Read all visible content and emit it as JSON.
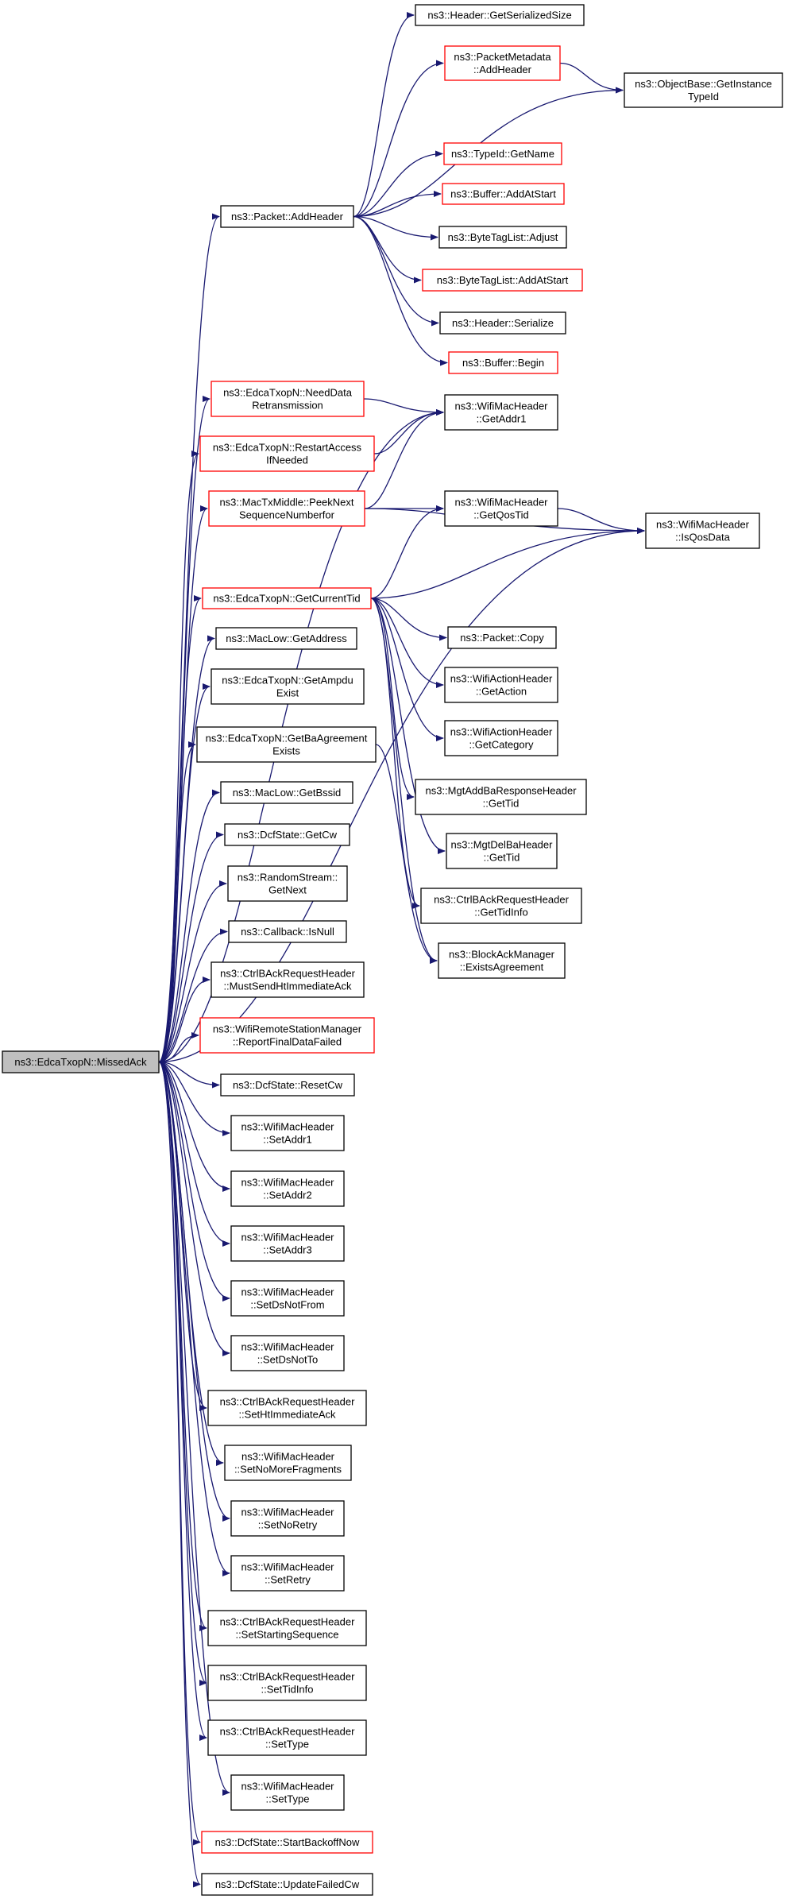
{
  "diagram": {
    "nodes": [
      {
        "id": "missedack",
        "lines": [
          "ns3::EdcaTxopN::MissedAck"
        ],
        "style": "root"
      },
      {
        "id": "getserializedsize",
        "lines": [
          "ns3::Header::GetSerializedSize"
        ],
        "style": "black"
      },
      {
        "id": "metaaddheader",
        "lines": [
          "ns3::PacketMetadata",
          "::AddHeader"
        ],
        "style": "red"
      },
      {
        "id": "getinstancetypeid",
        "lines": [
          "ns3::ObjectBase::GetInstance",
          "TypeId"
        ],
        "style": "black"
      },
      {
        "id": "typeidgetname",
        "lines": [
          "ns3::TypeId::GetName"
        ],
        "style": "red"
      },
      {
        "id": "packetaddheader",
        "lines": [
          "ns3::Packet::AddHeader"
        ],
        "style": "black"
      },
      {
        "id": "bufferaddatstart",
        "lines": [
          "ns3::Buffer::AddAtStart"
        ],
        "style": "red"
      },
      {
        "id": "bytetagadjust",
        "lines": [
          "ns3::ByteTagList::Adjust"
        ],
        "style": "black"
      },
      {
        "id": "bytetagaddatstart",
        "lines": [
          "ns3::ByteTagList::AddAtStart"
        ],
        "style": "red"
      },
      {
        "id": "headerserialize",
        "lines": [
          "ns3::Header::Serialize"
        ],
        "style": "black"
      },
      {
        "id": "bufferbegin",
        "lines": [
          "ns3::Buffer::Begin"
        ],
        "style": "red"
      },
      {
        "id": "needdataretrans",
        "lines": [
          "ns3::EdcaTxopN::NeedData",
          "Retransmission"
        ],
        "style": "red"
      },
      {
        "id": "getaddr1",
        "lines": [
          "ns3::WifiMacHeader",
          "::GetAddr1"
        ],
        "style": "black"
      },
      {
        "id": "restartaccess",
        "lines": [
          "ns3::EdcaTxopN::RestartAccess",
          "IfNeeded"
        ],
        "style": "red"
      },
      {
        "id": "peeknextseq",
        "lines": [
          "ns3::MacTxMiddle::PeekNext",
          "SequenceNumberfor"
        ],
        "style": "red"
      },
      {
        "id": "getqostid",
        "lines": [
          "ns3::WifiMacHeader",
          "::GetQosTid"
        ],
        "style": "black"
      },
      {
        "id": "isqosdata",
        "lines": [
          "ns3::WifiMacHeader",
          "::IsQosData"
        ],
        "style": "black"
      },
      {
        "id": "getcurrenttid",
        "lines": [
          "ns3::EdcaTxopN::GetCurrentTid"
        ],
        "style": "red"
      },
      {
        "id": "packetcopy",
        "lines": [
          "ns3::Packet::Copy"
        ],
        "style": "black"
      },
      {
        "id": "getaddress",
        "lines": [
          "ns3::MacLow::GetAddress"
        ],
        "style": "black"
      },
      {
        "id": "getaction",
        "lines": [
          "ns3::WifiActionHeader",
          "::GetAction"
        ],
        "style": "black"
      },
      {
        "id": "getampduexist",
        "lines": [
          "ns3::EdcaTxopN::GetAmpdu",
          "Exist"
        ],
        "style": "black"
      },
      {
        "id": "getcategory",
        "lines": [
          "ns3::WifiActionHeader",
          "::GetCategory"
        ],
        "style": "black"
      },
      {
        "id": "getbaagreement",
        "lines": [
          "ns3::EdcaTxopN::GetBaAgreement",
          "Exists"
        ],
        "style": "black"
      },
      {
        "id": "addbaresptid",
        "lines": [
          "ns3::MgtAddBaResponseHeader",
          "::GetTid"
        ],
        "style": "black"
      },
      {
        "id": "getbssid",
        "lines": [
          "ns3::MacLow::GetBssid"
        ],
        "style": "black"
      },
      {
        "id": "delbatid",
        "lines": [
          "ns3::MgtDelBaHeader",
          "::GetTid"
        ],
        "style": "black"
      },
      {
        "id": "getcw",
        "lines": [
          "ns3::DcfState::GetCw"
        ],
        "style": "black"
      },
      {
        "id": "randomgetnext",
        "lines": [
          "ns3::RandomStream::",
          "GetNext"
        ],
        "style": "black"
      },
      {
        "id": "gettidinfo",
        "lines": [
          "ns3::CtrlBAckRequestHeader",
          "::GetTidInfo"
        ],
        "style": "black"
      },
      {
        "id": "existsagreement",
        "lines": [
          "ns3::BlockAckManager",
          "::ExistsAgreement"
        ],
        "style": "black"
      },
      {
        "id": "callbackisnull",
        "lines": [
          "ns3::Callback::IsNull"
        ],
        "style": "black"
      },
      {
        "id": "mustsendht",
        "lines": [
          "ns3::CtrlBAckRequestHeader",
          "::MustSendHtImmediateAck"
        ],
        "style": "black"
      },
      {
        "id": "reportfinal",
        "lines": [
          "ns3::WifiRemoteStationManager",
          "::ReportFinalDataFailed"
        ],
        "style": "red"
      },
      {
        "id": "resetcw",
        "lines": [
          "ns3::DcfState::ResetCw"
        ],
        "style": "black"
      },
      {
        "id": "setaddr1",
        "lines": [
          "ns3::WifiMacHeader",
          "::SetAddr1"
        ],
        "style": "black"
      },
      {
        "id": "setaddr2",
        "lines": [
          "ns3::WifiMacHeader",
          "::SetAddr2"
        ],
        "style": "black"
      },
      {
        "id": "setaddr3",
        "lines": [
          "ns3::WifiMacHeader",
          "::SetAddr3"
        ],
        "style": "black"
      },
      {
        "id": "setdsnotfrom",
        "lines": [
          "ns3::WifiMacHeader",
          "::SetDsNotFrom"
        ],
        "style": "black"
      },
      {
        "id": "setdsnotto",
        "lines": [
          "ns3::WifiMacHeader",
          "::SetDsNotTo"
        ],
        "style": "black"
      },
      {
        "id": "sethtimmediate",
        "lines": [
          "ns3::CtrlBAckRequestHeader",
          "::SetHtImmediateAck"
        ],
        "style": "black"
      },
      {
        "id": "setnomorefrag",
        "lines": [
          "ns3::WifiMacHeader",
          "::SetNoMoreFragments"
        ],
        "style": "black"
      },
      {
        "id": "setnoretry",
        "lines": [
          "ns3::WifiMacHeader",
          "::SetNoRetry"
        ],
        "style": "black"
      },
      {
        "id": "setretry",
        "lines": [
          "ns3::WifiMacHeader",
          "::SetRetry"
        ],
        "style": "black"
      },
      {
        "id": "setstartingseq",
        "lines": [
          "ns3::CtrlBAckRequestHeader",
          "::SetStartingSequence"
        ],
        "style": "black"
      },
      {
        "id": "settidinfo",
        "lines": [
          "ns3::CtrlBAckRequestHeader",
          "::SetTidInfo"
        ],
        "style": "black"
      },
      {
        "id": "ctrlsettype",
        "lines": [
          "ns3::CtrlBAckRequestHeader",
          "::SetType"
        ],
        "style": "black"
      },
      {
        "id": "macsettype",
        "lines": [
          "ns3::WifiMacHeader",
          "::SetType"
        ],
        "style": "black"
      },
      {
        "id": "startbackoff",
        "lines": [
          "ns3::DcfState::StartBackoffNow"
        ],
        "style": "red"
      },
      {
        "id": "updatefailedcw",
        "lines": [
          "ns3::DcfState::UpdateFailedCw"
        ],
        "style": "black"
      }
    ],
    "edges": [
      [
        "missedack",
        "packetaddheader"
      ],
      [
        "missedack",
        "getaddr1"
      ],
      [
        "missedack",
        "needdataretrans"
      ],
      [
        "missedack",
        "restartaccess"
      ],
      [
        "missedack",
        "peeknextseq"
      ],
      [
        "missedack",
        "isqosdata"
      ],
      [
        "missedack",
        "getcurrenttid"
      ],
      [
        "missedack",
        "getaddress"
      ],
      [
        "missedack",
        "getampduexist"
      ],
      [
        "missedack",
        "getbaagreement"
      ],
      [
        "missedack",
        "getbssid"
      ],
      [
        "missedack",
        "getcw"
      ],
      [
        "missedack",
        "randomgetnext"
      ],
      [
        "missedack",
        "callbackisnull"
      ],
      [
        "missedack",
        "mustsendht"
      ],
      [
        "missedack",
        "reportfinal"
      ],
      [
        "missedack",
        "resetcw"
      ],
      [
        "missedack",
        "setaddr1"
      ],
      [
        "missedack",
        "setaddr2"
      ],
      [
        "missedack",
        "setaddr3"
      ],
      [
        "missedack",
        "setdsnotfrom"
      ],
      [
        "missedack",
        "setdsnotto"
      ],
      [
        "missedack",
        "sethtimmediate"
      ],
      [
        "missedack",
        "setnomorefrag"
      ],
      [
        "missedack",
        "setnoretry"
      ],
      [
        "missedack",
        "setretry"
      ],
      [
        "missedack",
        "setstartingseq"
      ],
      [
        "missedack",
        "settidinfo"
      ],
      [
        "missedack",
        "ctrlsettype"
      ],
      [
        "missedack",
        "macsettype"
      ],
      [
        "missedack",
        "startbackoff"
      ],
      [
        "missedack",
        "updatefailedcw"
      ],
      [
        "packetaddheader",
        "getserializedsize"
      ],
      [
        "packetaddheader",
        "metaaddheader"
      ],
      [
        "packetaddheader",
        "getinstancetypeid"
      ],
      [
        "packetaddheader",
        "typeidgetname"
      ],
      [
        "packetaddheader",
        "bufferaddatstart"
      ],
      [
        "packetaddheader",
        "bytetagadjust"
      ],
      [
        "packetaddheader",
        "bytetagaddatstart"
      ],
      [
        "packetaddheader",
        "headerserialize"
      ],
      [
        "packetaddheader",
        "bufferbegin"
      ],
      [
        "metaaddheader",
        "getinstancetypeid"
      ],
      [
        "needdataretrans",
        "getaddr1"
      ],
      [
        "restartaccess",
        "getaddr1"
      ],
      [
        "peeknextseq",
        "getaddr1"
      ],
      [
        "peeknextseq",
        "getqostid"
      ],
      [
        "peeknextseq",
        "isqosdata"
      ],
      [
        "getqostid",
        "isqosdata"
      ],
      [
        "getcurrenttid",
        "getqostid"
      ],
      [
        "getcurrenttid",
        "isqosdata"
      ],
      [
        "getcurrenttid",
        "packetcopy"
      ],
      [
        "getcurrenttid",
        "getaction"
      ],
      [
        "getcurrenttid",
        "getcategory"
      ],
      [
        "getcurrenttid",
        "addbaresptid"
      ],
      [
        "getcurrenttid",
        "delbatid"
      ],
      [
        "getcurrenttid",
        "gettidinfo"
      ],
      [
        "getcurrenttid",
        "existsagreement"
      ],
      [
        "getbaagreement",
        "existsagreement"
      ]
    ]
  }
}
